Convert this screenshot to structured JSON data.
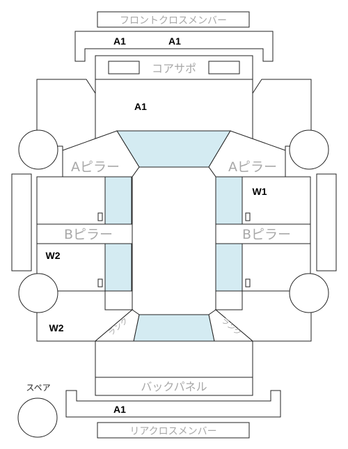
{
  "labels": {
    "front_cross_member": "フロントクロスメンバー",
    "core_support": "コアサポ",
    "a_pillar_left": "Aピラー",
    "a_pillar_right": "Aピラー",
    "b_pillar_left": "Bピラー",
    "b_pillar_right": "Bピラー",
    "trunk_left": "ランク",
    "trunk_right": "ランク",
    "back_panel": "バックパネル",
    "spare": "スペア",
    "rear_cross_member": "リアクロスメンバー"
  },
  "codes": {
    "front_cross_left": "A1",
    "front_cross_right": "A1",
    "hood": "A1",
    "right_front_door": "W1",
    "left_rear_door": "W2",
    "left_rear_quarter": "W2",
    "rear_cross": "A1"
  },
  "colors": {
    "glass": "#d4ebf2",
    "line": "#222222",
    "label_gray": "#a8a8a8"
  }
}
